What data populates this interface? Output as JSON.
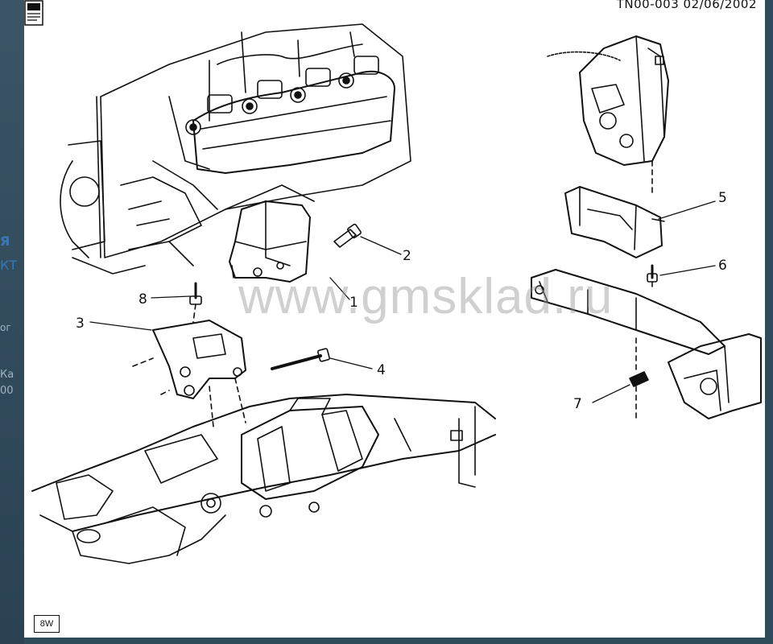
{
  "document_id": "TN00-003  02/06/2002",
  "watermark": "www.gmsklad.ru",
  "badge": "8W",
  "callouts": [
    "1",
    "2",
    "3",
    "4",
    "5",
    "6",
    "7",
    "8"
  ],
  "sidebar_fragments": [
    "Я",
    "КТ",
    "ог",
    "Ка",
    "00"
  ],
  "icons": {
    "manual_icon": "service-manual-book-icon"
  }
}
